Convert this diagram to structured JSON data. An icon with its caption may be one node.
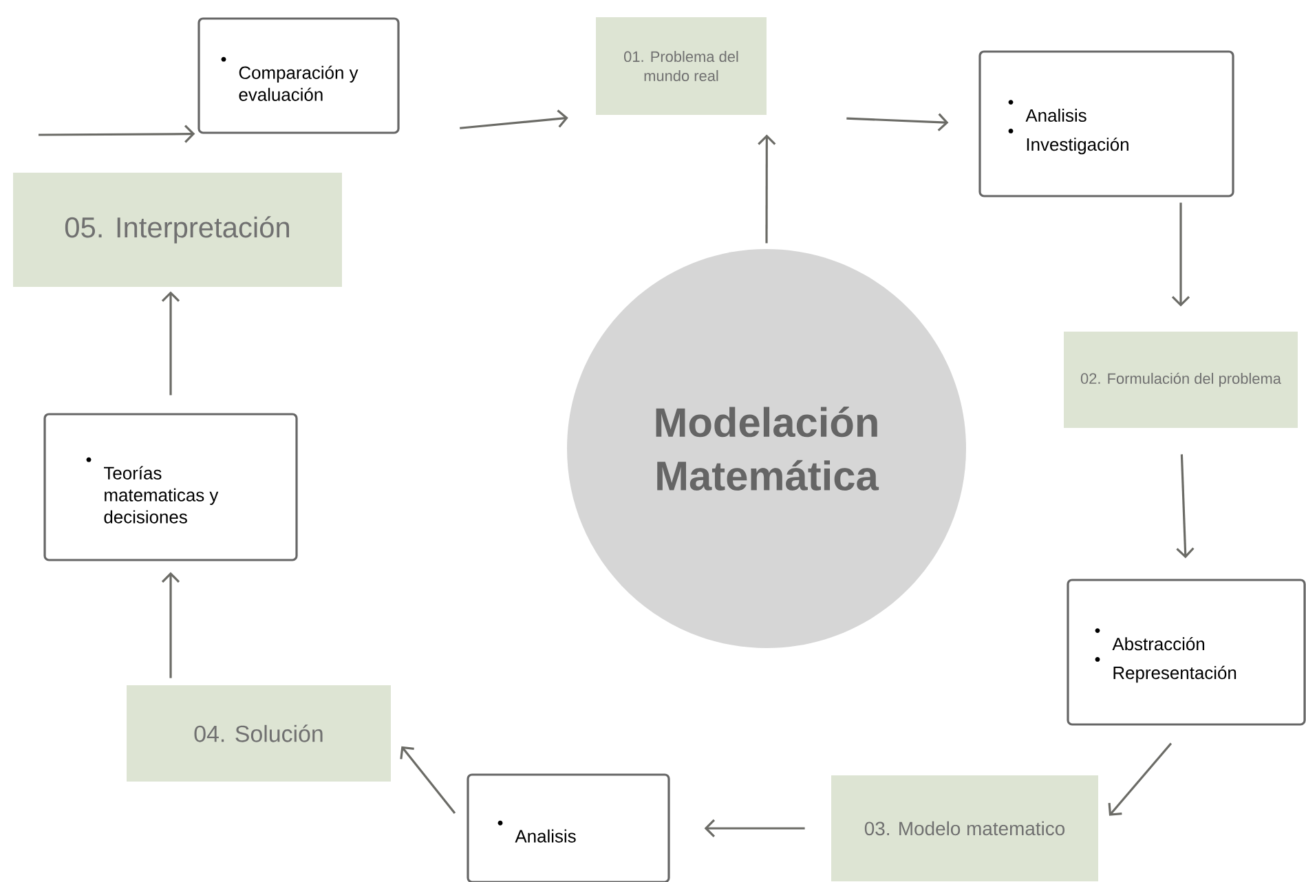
{
  "diagram": {
    "nodes": [
      {
        "text": [
          "Comparación y evaluación"
        ]
      },
      {
        "text": [
          "01. Problema del mundo real"
        ]
      },
      {
        "text": [
          "Analisis",
          "Investigación"
        ]
      },
      {
        "text": [
          "02. Formulación del problema"
        ]
      },
      {
        "text": [
          "Abstracción",
          "Representación"
        ]
      },
      {
        "text": [
          "03. Modelo matematico"
        ]
      },
      {
        "text": [
          "Analisis"
        ]
      },
      {
        "text": [
          "04. Solución"
        ]
      },
      {
        "text": [
          "Teorías matematicas y decisiones"
        ]
      },
      {
        "text": [
          "05. Interpretación"
        ]
      },
      {
        "text": [
          "Modelación Matemática"
        ]
      }
    ],
    "edges": [
      {
        "from": null,
        "to": 0,
        "arrow": "to"
      },
      {
        "from": 0,
        "to": 1,
        "arrow": "to"
      },
      {
        "from": 10,
        "to": 1,
        "arrow": "to"
      },
      {
        "from": 1,
        "to": 2,
        "arrow": "to"
      },
      {
        "from": 2,
        "to": 3,
        "arrow": "to"
      },
      {
        "from": 3,
        "to": 4,
        "arrow": "to"
      },
      {
        "from": 4,
        "to": 5,
        "arrow": "to"
      },
      {
        "from": 5,
        "to": 6,
        "arrow": "to"
      },
      {
        "from": 6,
        "to": 7,
        "arrow": "to"
      },
      {
        "from": 7,
        "to": 8,
        "arrow": "to"
      },
      {
        "from": 8,
        "to": 9,
        "arrow": "to"
      }
    ]
  }
}
